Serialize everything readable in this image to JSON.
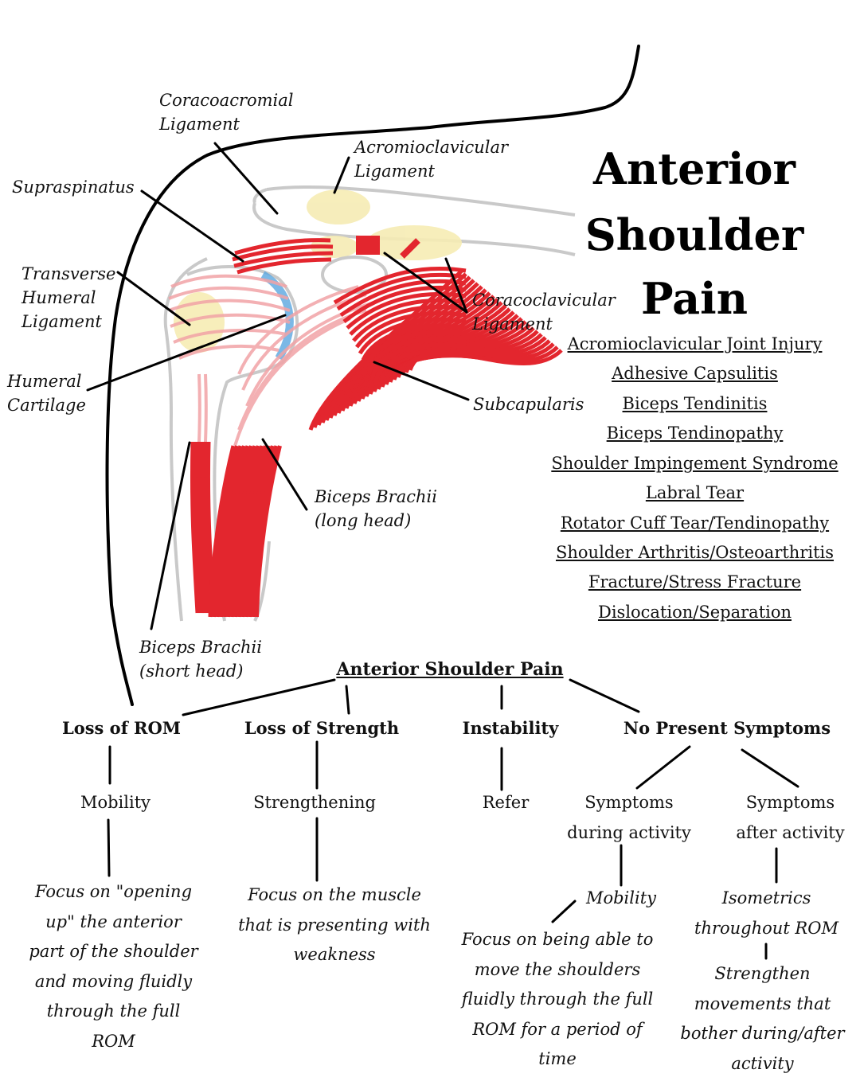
{
  "title": {
    "line1": "Anterior",
    "line2": "Shoulder",
    "line3": "Pain"
  },
  "anatomy_labels": {
    "coracoacromial": "Coracoacromial\nLigament",
    "acromioclavicular": "Acromioclavicular\nLigament",
    "supraspinatus": "Supraspinatus",
    "transverse_humeral": "Transverse\nHumeral\nLigament",
    "humeral_cartilage": "Humeral\nCartilage",
    "coracoclavicular": "Coracoclavicular\nLigament",
    "subscapularis": "Subcapularis",
    "biceps_long": "Biceps Brachii\n(long head)",
    "biceps_short": "Biceps Brachii\n(short head)"
  },
  "conditions": [
    "Acromioclavicular Joint Injury",
    "Adhesive Capsulitis",
    "Biceps Tendinitis",
    "Biceps Tendinopathy",
    "Shoulder Impingement Syndrome",
    "Labral Tear",
    "Rotator Cuff Tear/Tendinopathy",
    "Shoulder Arthritis/Osteoarthritis",
    "Fracture/Stress Fracture",
    "Dislocation/Separation"
  ],
  "tree": {
    "root": "Anterior Shoulder Pain",
    "categories": {
      "rom": "Loss of ROM",
      "strength": "Loss of Strength",
      "instability": "Instability",
      "none": "No Present Symptoms"
    },
    "subs": {
      "mobility": "Mobility",
      "strengthening": "Strengthening",
      "refer": "Refer",
      "during": "Symptoms\nduring activity",
      "after": "Symptoms\nafter activity",
      "mobility2": "Mobility",
      "isometrics": "Isometrics\nthroughout ROM"
    },
    "notes": {
      "rom": "Focus on \"opening\nup\" the anterior\npart of the shoulder\nand moving fluidly\nthrough the full\nROM",
      "strength": "Focus on the muscle\nthat is presenting with\nweakness",
      "during": "Focus on being able to\nmove the shoulders\nfluidly through the full\nROM for a period of\ntime",
      "after": "Strengthen\nmovements that\nbother during/after\nactivity"
    }
  },
  "colors": {
    "muscle": "#e3262e",
    "muscle_light": "#f2a3a6",
    "ligament": "#f6ecb4",
    "bone": "#c9c9c9",
    "cartilage": "#5aa6e0",
    "line": "#000000"
  }
}
